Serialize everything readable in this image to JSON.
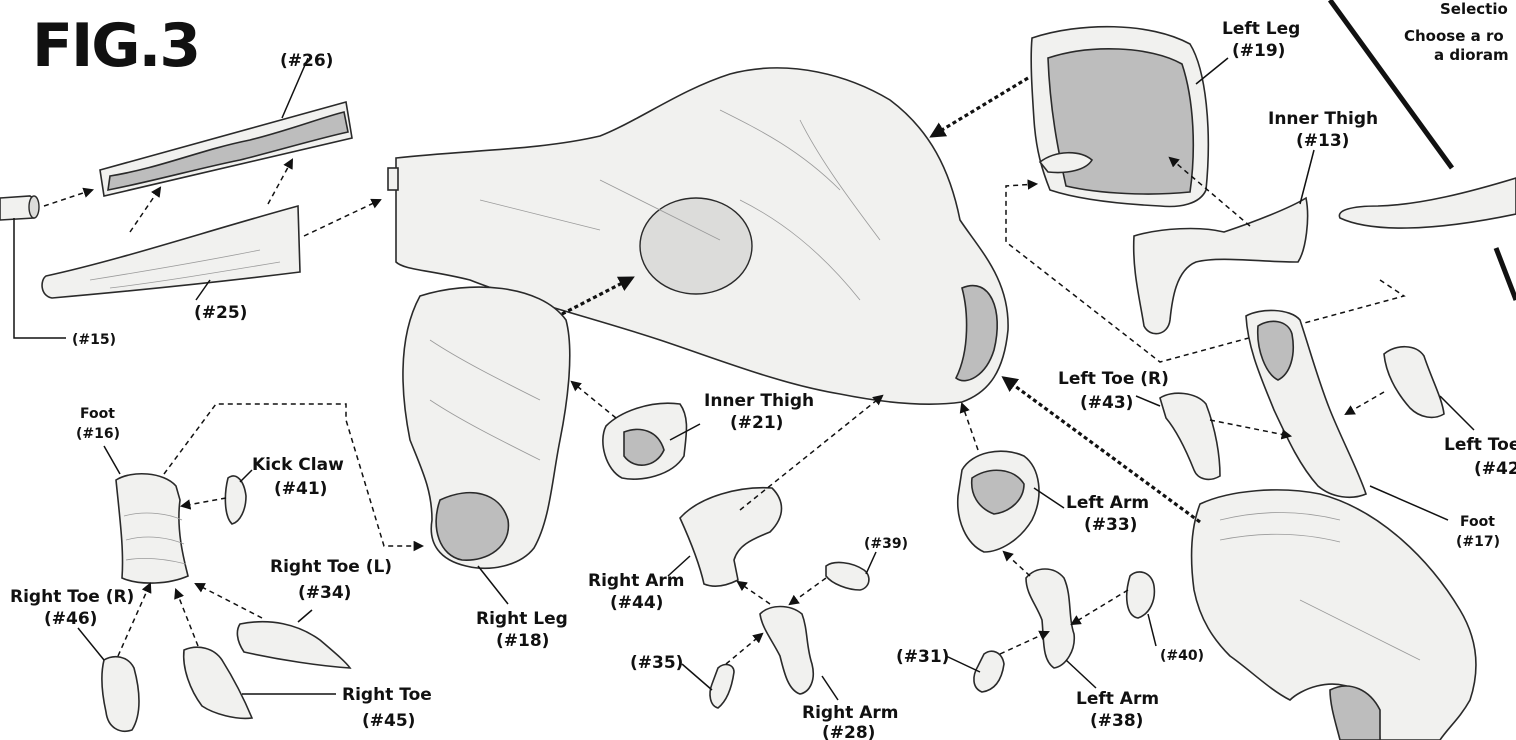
{
  "figure_title": "FIG.3",
  "selection": {
    "heading": "Selectio",
    "line1": "Choose a ro",
    "line2": "a dioram"
  },
  "labels": {
    "p26": "(#26)",
    "p25": "(#25)",
    "p15": "(#15)",
    "foot16_name": "Foot",
    "foot16_num": "(#16)",
    "kick_claw_name": "Kick Claw",
    "kick_claw_num": "(#41)",
    "right_toe_l_name": "Right Toe (L)",
    "right_toe_l_num": "(#34)",
    "right_toe_r_name": "Right Toe (R)",
    "right_toe_r_num": "(#46)",
    "right_toe_name": "Right Toe",
    "right_toe_num": "(#45)",
    "right_leg_name": "Right Leg",
    "right_leg_num": "(#18)",
    "inner_thigh21_name": "Inner Thigh",
    "inner_thigh21_num": "(#21)",
    "right_arm44_name": "Right Arm",
    "right_arm44_num": "(#44)",
    "p39": "(#39)",
    "p35": "(#35)",
    "right_arm28_name": "Right Arm",
    "right_arm28_num": "(#28)",
    "p31": "(#31)",
    "p40": "(#40)",
    "left_arm38_name": "Left Arm",
    "left_arm38_num": "(#38)",
    "left_arm33_name": "Left Arm",
    "left_arm33_num": "(#33)",
    "left_leg_name": "Left Leg",
    "left_leg_num": "(#19)",
    "inner_thigh13_name": "Inner Thigh",
    "inner_thigh13_num": "(#13)",
    "left_toe_r_name": "Left Toe (R)",
    "left_toe_r_num": "(#43)",
    "left_toe42_name": "Left Toe",
    "left_toe42_num": "(#42",
    "foot17_name": "Foot",
    "foot17_num": "(#17)"
  }
}
